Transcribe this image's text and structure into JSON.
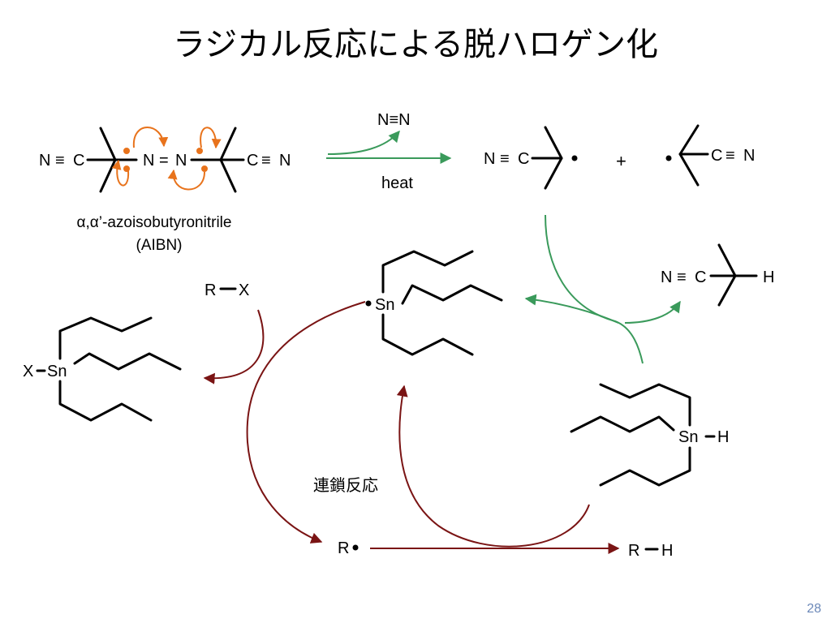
{
  "title": "ラジカル反応による脱ハロゲン化",
  "page_number": "28",
  "colors": {
    "green_arrow": "#3a9a5b",
    "dark_red_arrow": "#7a1414",
    "electron_arrow_orange": "#e8731c",
    "page_number_blue": "#6b88b8"
  },
  "labels": {
    "n2": "N≡N",
    "heat": "heat",
    "plus": "+",
    "initiator_name": "α,α’-azoisobutyronitrile",
    "initiator_abbr": "(AIBN)",
    "r_x": "R−X",
    "r_radical": "R•",
    "r_h": "R−H",
    "x_sn": "X−Sn",
    "sn_radical": "•Sn",
    "sn_h": "Sn−H",
    "nc_h": "N≡C−H",
    "chain_reaction": "連鎖反応"
  },
  "atoms": {
    "n": "N",
    "c": "C",
    "sn": "Sn",
    "h": "H",
    "x": "X",
    "r": "R",
    "triple_bond": "≡",
    "double_bond": "=",
    "single_bond": "−",
    "radical_dot": "•"
  }
}
